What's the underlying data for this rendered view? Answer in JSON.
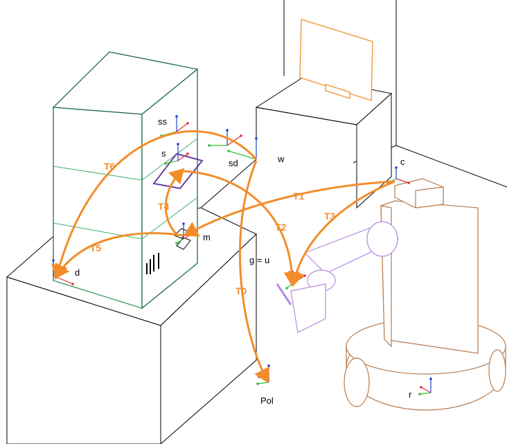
{
  "frames": {
    "ss": "ss",
    "s": "s",
    "sd": "sd",
    "w": "w",
    "c": "c",
    "m": "m",
    "d": "d",
    "g_u": "g = u",
    "pol": "Pol",
    "r": "r"
  },
  "transforms": [
    "T0",
    "T1",
    "T2",
    "T3",
    "T4",
    "T5",
    "T6"
  ],
  "colors": {
    "transform_arrow": "#f28c28",
    "shelf": "#1e6b4a",
    "shelf_inner": "#3fae6b",
    "robot_body": "#b8794a",
    "robot_arm": "#b58be0",
    "monitor": "#f0a040",
    "target_square": "#6a3da0",
    "axis_x": "#e03030",
    "axis_y": "#30c030",
    "axis_z": "#2040d0",
    "lines": "#000000"
  }
}
